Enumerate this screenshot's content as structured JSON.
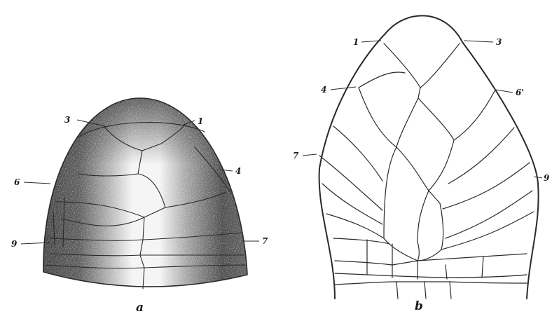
{
  "panels": [
    {
      "caption": "a",
      "labels": {
        "l3": "3",
        "l1": "1",
        "l4": "4",
        "l6": "6",
        "l9": "9",
        "l7": "7"
      }
    },
    {
      "caption": "b",
      "labels": {
        "l1": "1",
        "l3": "3",
        "l4": "4",
        "l6": "6'",
        "l7": "7",
        "l9": "9"
      }
    }
  ]
}
